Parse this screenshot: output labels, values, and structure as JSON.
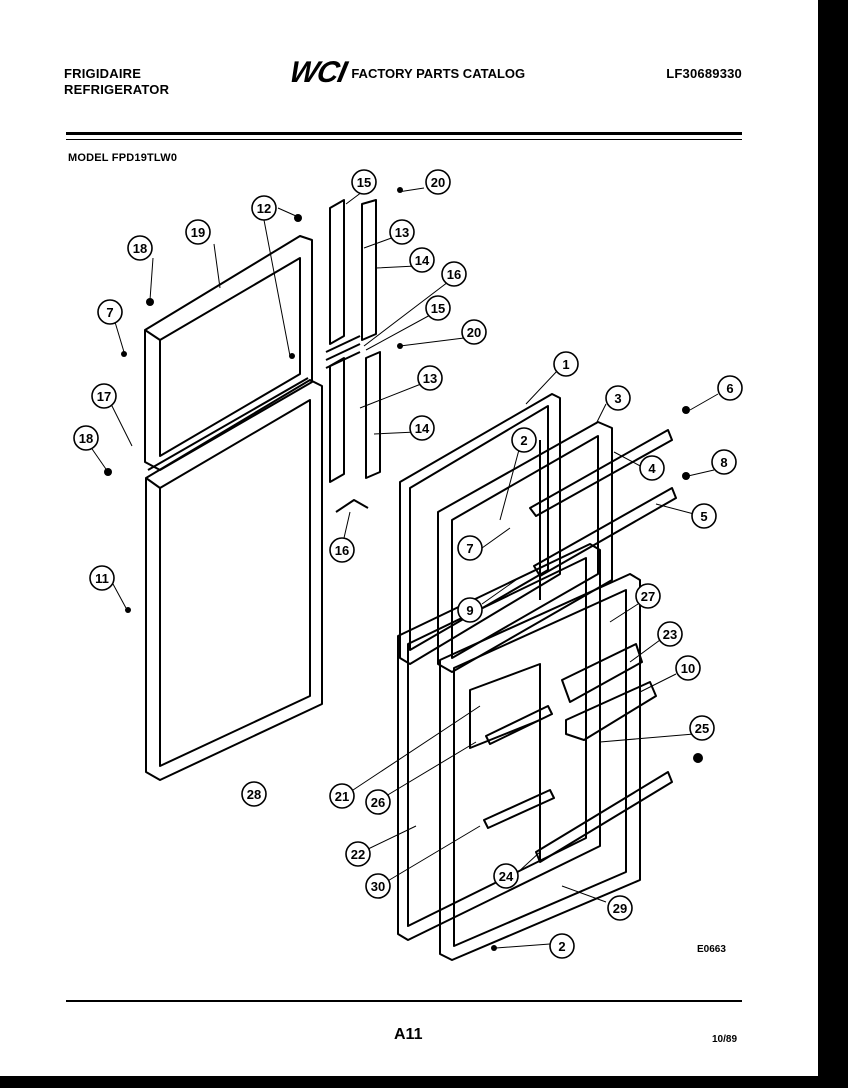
{
  "header": {
    "brand_line1": "FRIGIDAIRE",
    "brand_line2": "REFRIGERATOR",
    "logo": "WCI",
    "catalog_title": "FACTORY PARTS CATALOG",
    "document_number": "LF30689330"
  },
  "model": "MODEL FPD19TLW0",
  "diagram_code": "E0663",
  "footer": {
    "page": "A11",
    "date": "10/89"
  },
  "callouts": [
    "1",
    "2",
    "3",
    "4",
    "5",
    "6",
    "7",
    "8",
    "9",
    "10",
    "11",
    "12",
    "13",
    "14",
    "15",
    "16",
    "17",
    "18",
    "19",
    "20",
    "21",
    "22",
    "23",
    "24",
    "25",
    "26",
    "27",
    "28",
    "29",
    "30"
  ]
}
